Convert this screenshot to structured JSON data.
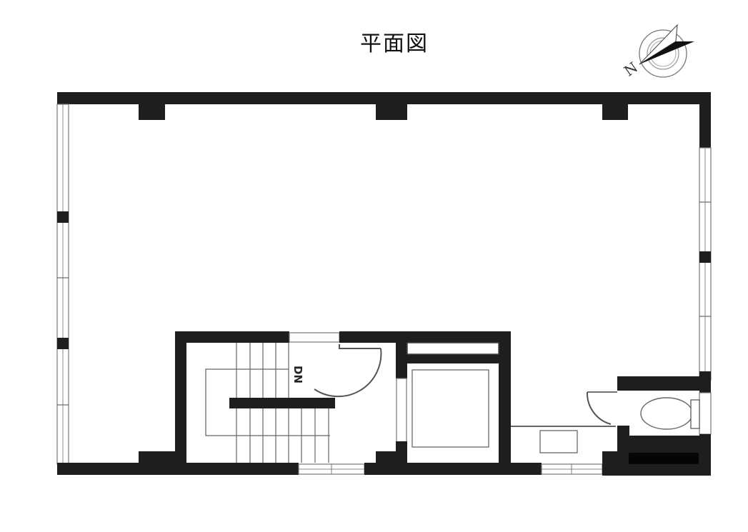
{
  "title": "平面図",
  "compass": {
    "label": "N",
    "icon": "north-arrow-icon"
  },
  "labels": {
    "stairs_direction": "DN"
  },
  "colors": {
    "wall": "#1e1e1e",
    "line": "#555555",
    "background": "#ffffff"
  },
  "rooms": [
    {
      "name": "main-floor-space",
      "type": "open-office"
    },
    {
      "name": "stairwell",
      "type": "stairs"
    },
    {
      "name": "elevator",
      "type": "elevator"
    },
    {
      "name": "kitchenette",
      "type": "pantry"
    },
    {
      "name": "toilet",
      "type": "restroom"
    }
  ]
}
